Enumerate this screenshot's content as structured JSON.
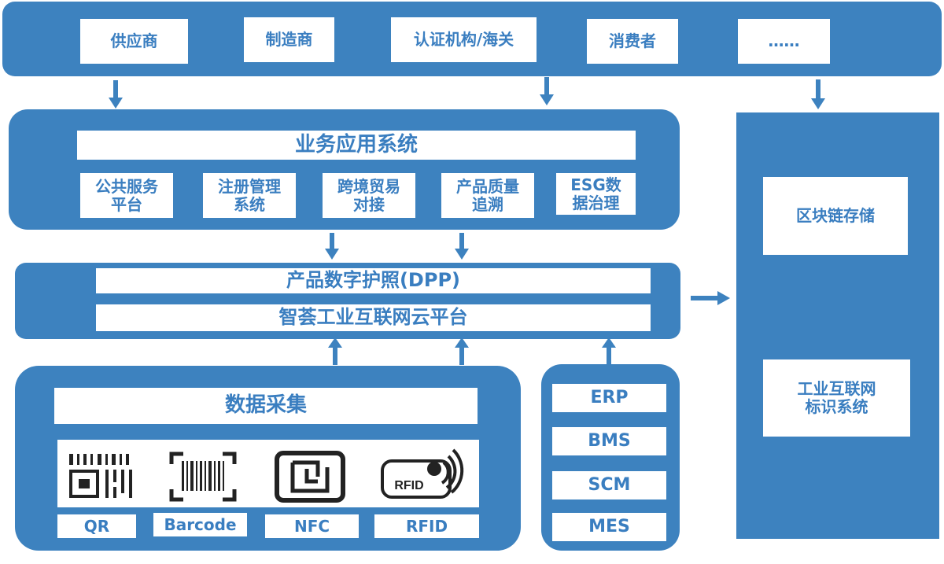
{
  "stakeholders": [
    "供应商",
    "制造商",
    "认证机构/海关",
    "消费者",
    "……"
  ],
  "business_system": {
    "title": "业务应用系统",
    "modules": [
      [
        "公共服务",
        "平台"
      ],
      [
        "注册管理",
        "系统"
      ],
      [
        "跨境贸易",
        "对接"
      ],
      [
        "产品质量",
        "追溯"
      ],
      [
        "ESG数",
        "据治理"
      ]
    ]
  },
  "platform": {
    "dpp": "产品数字护照(DPP)",
    "cloud": "智荟工业互联网云平台"
  },
  "data_collection": {
    "title": "数据采集",
    "icons": [
      "qr-code-icon",
      "barcode-icon",
      "nfc-icon",
      "rfid-icon"
    ],
    "labels": [
      "QR",
      "Barcode",
      "NFC",
      "RFID"
    ],
    "rfid_icon_text": "RFID"
  },
  "enterprise_systems": [
    "ERP",
    "BMS",
    "SCM",
    "MES"
  ],
  "right_column": {
    "blockchain": "区块链存储",
    "identity": [
      "工业互联网",
      "标识系统"
    ]
  },
  "colors": {
    "panel": "#3d82bf",
    "text": "#3a7ec0",
    "icon": "#222222"
  }
}
